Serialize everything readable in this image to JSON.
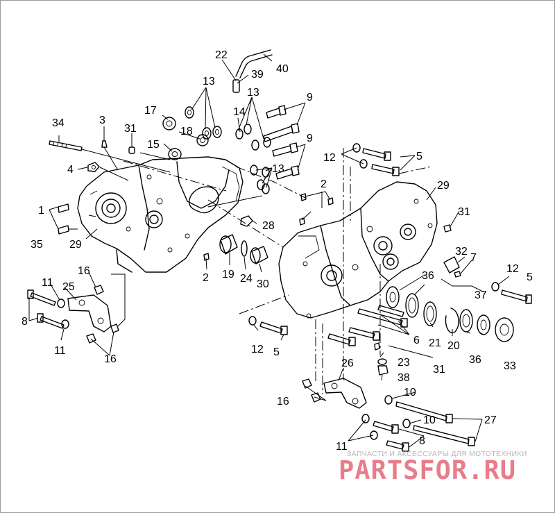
{
  "callouts": [
    {
      "id": "c22",
      "text": "22"
    },
    {
      "id": "c40",
      "text": "40"
    },
    {
      "id": "c39",
      "text": "39"
    },
    {
      "id": "c13a",
      "text": "13"
    },
    {
      "id": "c13b",
      "text": "13"
    },
    {
      "id": "c13c",
      "text": "13"
    },
    {
      "id": "c9a",
      "text": "9"
    },
    {
      "id": "c9b",
      "text": "9"
    },
    {
      "id": "c17",
      "text": "17"
    },
    {
      "id": "c14",
      "text": "14"
    },
    {
      "id": "c18",
      "text": "18"
    },
    {
      "id": "c34",
      "text": "34"
    },
    {
      "id": "c3",
      "text": "3"
    },
    {
      "id": "c31a",
      "text": "31"
    },
    {
      "id": "c15",
      "text": "15"
    },
    {
      "id": "c4",
      "text": "4"
    },
    {
      "id": "c12a",
      "text": "12"
    },
    {
      "id": "c5a",
      "text": "5"
    },
    {
      "id": "c2a",
      "text": "2"
    },
    {
      "id": "c29a",
      "text": "29"
    },
    {
      "id": "c1",
      "text": "1"
    },
    {
      "id": "c35",
      "text": "35"
    },
    {
      "id": "c29b",
      "text": "29"
    },
    {
      "id": "c28",
      "text": "28"
    },
    {
      "id": "c31b",
      "text": "31"
    },
    {
      "id": "c19",
      "text": "19"
    },
    {
      "id": "c24",
      "text": "24"
    },
    {
      "id": "c30",
      "text": "30"
    },
    {
      "id": "c2b",
      "text": "2"
    },
    {
      "id": "c32",
      "text": "32"
    },
    {
      "id": "c7",
      "text": "7"
    },
    {
      "id": "c36a",
      "text": "36"
    },
    {
      "id": "c16a",
      "text": "16"
    },
    {
      "id": "c11a",
      "text": "11"
    },
    {
      "id": "c25",
      "text": "25"
    },
    {
      "id": "c8a",
      "text": "8"
    },
    {
      "id": "c11b",
      "text": "11"
    },
    {
      "id": "c16b",
      "text": "16"
    },
    {
      "id": "c12b",
      "text": "12"
    },
    {
      "id": "c5b",
      "text": "5"
    },
    {
      "id": "c37",
      "text": "37"
    },
    {
      "id": "c21",
      "text": "21"
    },
    {
      "id": "c20",
      "text": "20"
    },
    {
      "id": "c6",
      "text": "6"
    },
    {
      "id": "c36b",
      "text": "36"
    },
    {
      "id": "c33",
      "text": "33"
    },
    {
      "id": "c12c",
      "text": "12"
    },
    {
      "id": "c5c",
      "text": "5"
    },
    {
      "id": "c23",
      "text": "23"
    },
    {
      "id": "c31c",
      "text": "31"
    },
    {
      "id": "c38",
      "text": "38"
    },
    {
      "id": "c26",
      "text": "26"
    },
    {
      "id": "c10a",
      "text": "10"
    },
    {
      "id": "c16c",
      "text": "16"
    },
    {
      "id": "c10b",
      "text": "10"
    },
    {
      "id": "c27",
      "text": "27"
    },
    {
      "id": "c11c",
      "text": "11"
    },
    {
      "id": "c8b",
      "text": "8"
    }
  ],
  "watermark": {
    "tagline": "ЗАПЧАСТИ И АКСЕССУАРЫ ДЛЯ МОТОТЕХНИКИ",
    "logo_text": "PARTSFOR.RU",
    "logo_color": "#e87d8a",
    "tagline_color": "#b8b8b8"
  },
  "colors": {
    "line": "#000000",
    "background": "#ffffff",
    "frame": "#9a9a9a"
  }
}
